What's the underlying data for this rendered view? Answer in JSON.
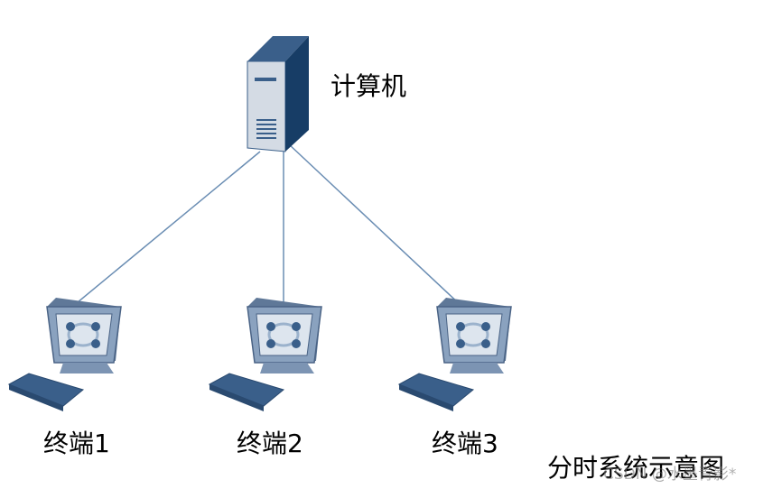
{
  "diagram": {
    "server_label": "计算机",
    "terminals": [
      {
        "label": "终端1"
      },
      {
        "label": "终端2"
      },
      {
        "label": "终端3"
      }
    ],
    "caption": "分时系统示意图",
    "watermark": "CSDN @水墨青影*",
    "connector_color": "#6a8db3",
    "device_colors": {
      "server_front": "#d4dbe4",
      "server_side": "#173d66",
      "server_top": "#3a5f8a",
      "monitor_frame": "#7c94b3",
      "monitor_screen": "#dde5ee",
      "monitor_dots": "#3a5f8a",
      "keyboard": "#3a5f8a"
    },
    "icons": {
      "server": "server-tower-icon",
      "terminal": "terminal-monitor-icon",
      "keyboard": "keyboard-icon"
    }
  }
}
